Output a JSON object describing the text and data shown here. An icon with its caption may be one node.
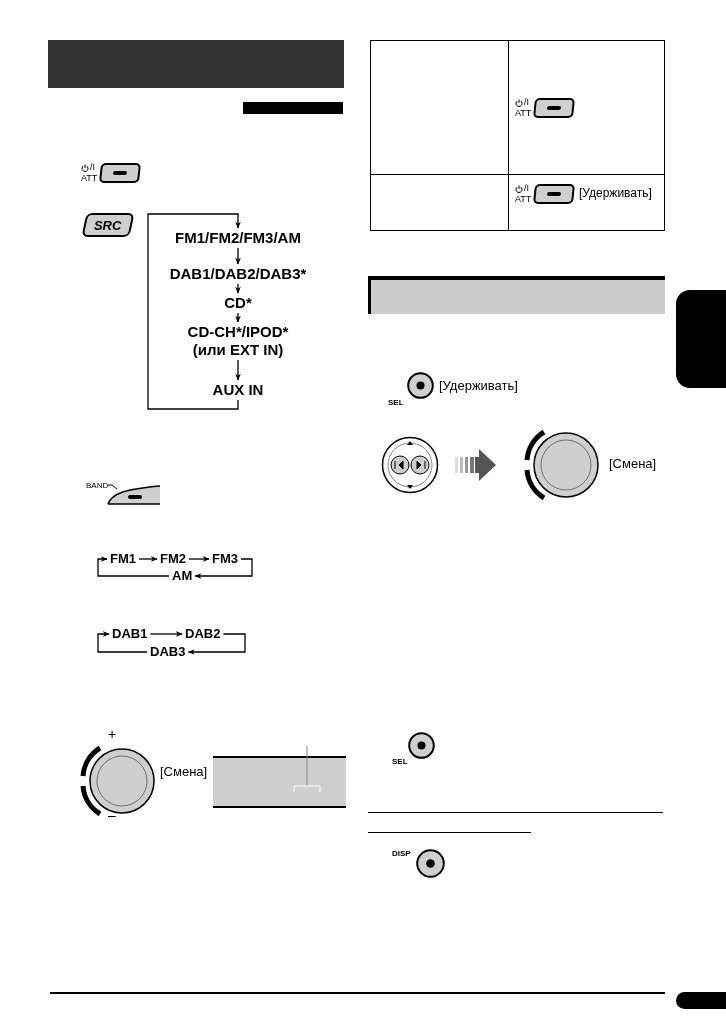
{
  "diagram": {
    "nodes": [
      {
        "text": [
          "FM1/FM2/FM3/AM"
        ]
      },
      {
        "text": [
          "DAB1/DAB2/DAB3*"
        ]
      },
      {
        "text": [
          "CD*"
        ]
      },
      {
        "text": [
          "CD-CH*/IPOD* (или EXT IN)"
        ]
      },
      {
        "text": [
          "AUX IN"
        ]
      },
      {
        "text": [
          "FM1"
        ]
      },
      {
        "text": [
          "FM2"
        ]
      },
      {
        "text": [
          "FM3"
        ]
      },
      {
        "text": [
          "AM"
        ]
      },
      {
        "text": [
          "DAB1"
        ]
      },
      {
        "text": [
          "DAB2"
        ]
      },
      {
        "text": [
          "DAB3"
        ]
      },
      {
        "text": [],
        "shape": "box"
      },
      {
        "text": [],
        "shape": "box"
      },
      {
        "text": [],
        "shape": "box"
      },
      {
        "text": [],
        "shape": "box"
      },
      {
        "text": [],
        "shape": "box"
      }
    ],
    "edges": [
      {
        "from": 0,
        "to": 1,
        "arrow": "to"
      },
      {
        "from": 1,
        "to": 2,
        "arrow": "to"
      },
      {
        "from": 2,
        "to": 3,
        "arrow": "to"
      },
      {
        "from": 3,
        "to": 4,
        "arrow": "to"
      },
      {
        "from": 4,
        "to": 0,
        "arrow": "to"
      },
      {
        "from": 5,
        "to": 6,
        "arrow": "to"
      },
      {
        "from": 6,
        "to": 7,
        "arrow": "to"
      },
      {
        "from": 7,
        "to": 8,
        "arrow": "to"
      },
      {
        "from": 8,
        "to": 5,
        "arrow": "to"
      },
      {
        "from": 9,
        "to": 10,
        "arrow": "to"
      },
      {
        "from": 10,
        "to": 11,
        "arrow": "to"
      },
      {
        "from": 11,
        "to": 9,
        "arrow": "to"
      }
    ],
    "labels": [
      "/I",
      "ATT",
      "SRC",
      "BAND",
      "+",
      "–",
      "[Смена]",
      "/I",
      "ATT",
      "/I",
      "ATT",
      "[Удерживать]",
      "SEL",
      "[Удерживать]",
      "[Смена]",
      "SEL",
      "DISP"
    ]
  }
}
